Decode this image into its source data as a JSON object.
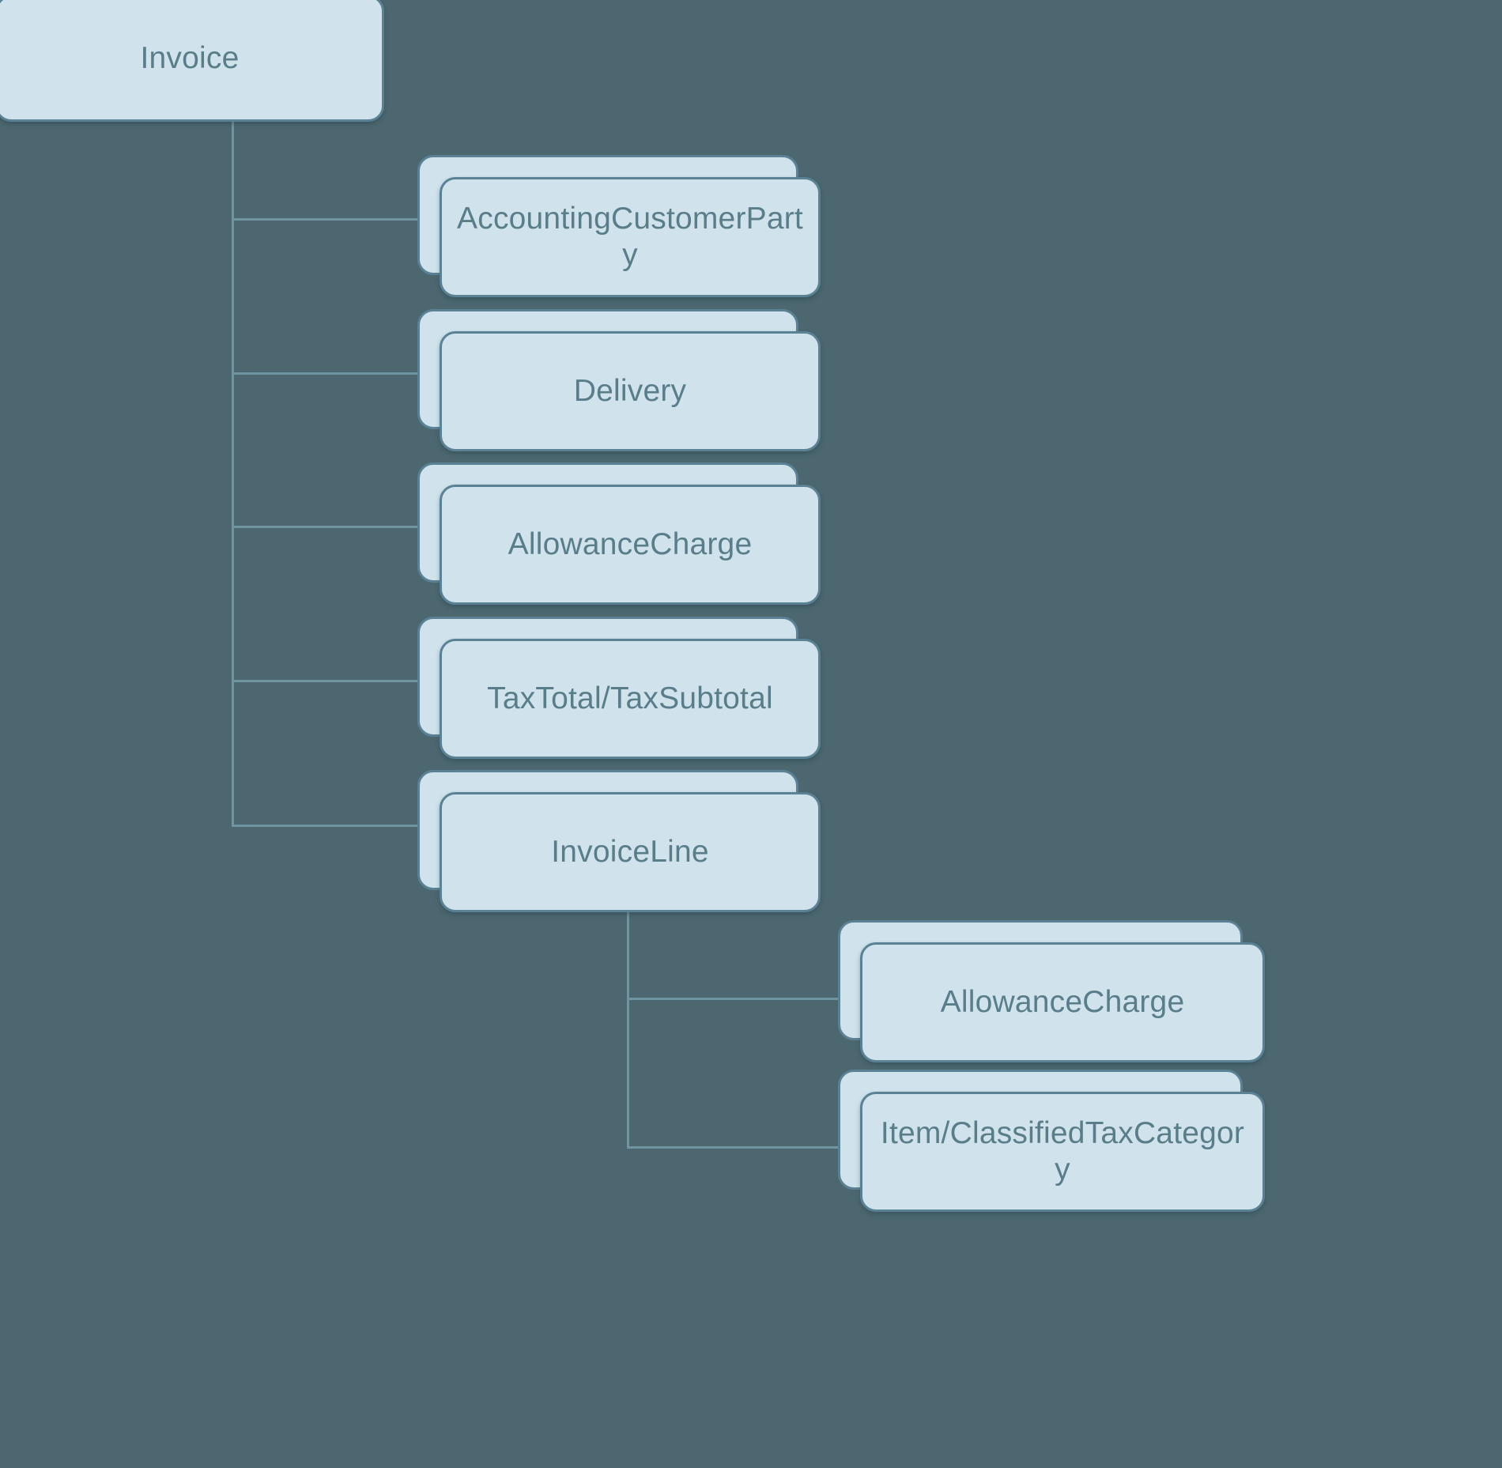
{
  "diagram": {
    "title": "Invoice document structure tree",
    "background_color": "#4c6770",
    "card_fill_color": "#d0e3ec",
    "card_border_color": "#5b8294",
    "text_color": "#5a7d8a",
    "connector_color": "#6f94a2"
  },
  "nodes": {
    "root": {
      "label": "Invoice"
    },
    "level2": [
      {
        "label": "AccountingCustomerParty"
      },
      {
        "label": "Delivery"
      },
      {
        "label": "AllowanceCharge"
      },
      {
        "label": "TaxTotal/TaxSubtotal"
      },
      {
        "label": "InvoiceLine"
      }
    ],
    "level3": [
      {
        "label": "AllowanceCharge"
      },
      {
        "label": "Item/ClassifiedTaxCategory"
      }
    ]
  }
}
